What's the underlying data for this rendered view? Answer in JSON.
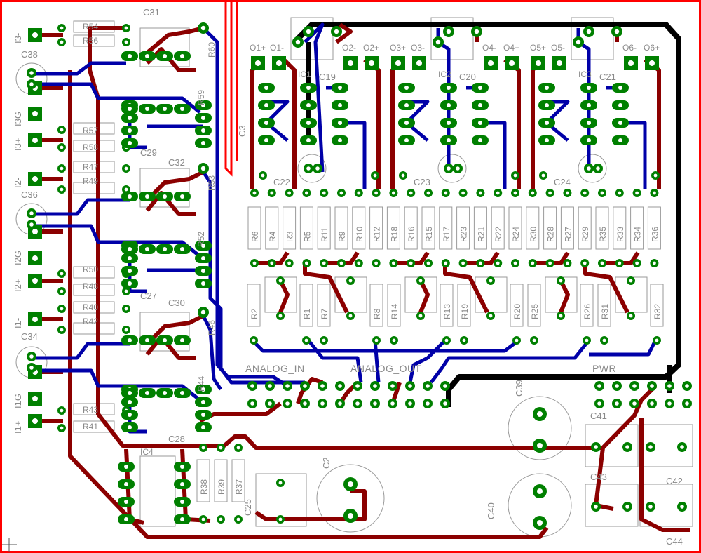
{
  "colors": {
    "background": "#ffffff",
    "board_outline": "#ff0000",
    "top_trace": "#8b0000",
    "bottom_trace": "#0000a8",
    "ground_trace": "#000000",
    "pad": "#008000",
    "pad_hole": "#ffffff",
    "silkscreen": "#8a8a8a"
  },
  "sections": {
    "analog_in": "ANALOG_IN",
    "analog_out": "ANALOG_OUT",
    "power": "PWR"
  },
  "inputs": [
    "I3-",
    "I3G",
    "I3+",
    "I2-",
    "I2G",
    "I2+",
    "I1-",
    "I1G",
    "I1+"
  ],
  "outputs": [
    "O1+",
    "O1-",
    "O2-",
    "O2+",
    "O3+",
    "O3-",
    "O4-",
    "O4+",
    "O5+",
    "O5-",
    "O6-",
    "O6+"
  ],
  "ic_labels": [
    "IC1",
    "IC2",
    "IC3",
    "IC4"
  ],
  "capacitors": [
    "C38",
    "C36",
    "C34",
    "C31",
    "C32",
    "C30",
    "C29",
    "C27",
    "C28",
    "C2",
    "C3",
    "C19",
    "C20",
    "C21",
    "C22",
    "C23",
    "C24",
    "C25",
    "C39",
    "C40",
    "C41",
    "C42",
    "C43",
    "C44"
  ],
  "resistors": {
    "left_column": [
      "R54",
      "R56",
      "R57",
      "R58",
      "R47",
      "R49",
      "R50",
      "R48",
      "R40",
      "R42",
      "R43",
      "R41"
    ],
    "left_inner": [
      "R60",
      "R59",
      "R53",
      "R52",
      "R46",
      "R44"
    ],
    "upper_row": [
      "R6",
      "R4",
      "R3",
      "R5",
      "R11",
      "R9",
      "R10",
      "R12",
      "R18",
      "R16",
      "R15",
      "R17",
      "R23",
      "R21",
      "R22",
      "R24",
      "R30",
      "R28",
      "R27",
      "R29",
      "R35",
      "R33",
      "R34",
      "R36"
    ],
    "lower_row": [
      "R2",
      "R1",
      "R7",
      "R8",
      "R14",
      "R13",
      "R19",
      "R20",
      "R25",
      "R26",
      "R31",
      "R32"
    ],
    "bottom": [
      "R38",
      "R39",
      "R37"
    ]
  }
}
